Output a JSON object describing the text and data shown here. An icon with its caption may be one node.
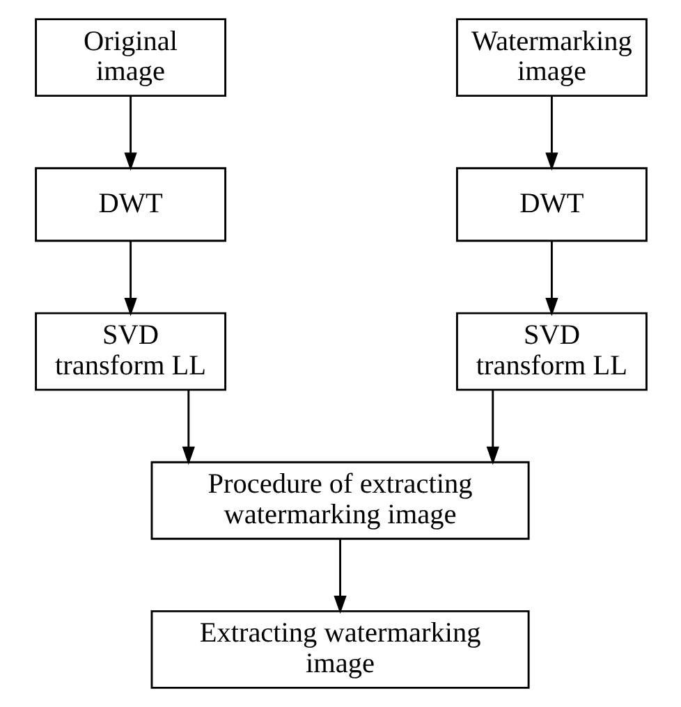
{
  "diagram": {
    "nodes": [
      {
        "text": [
          "Original image"
        ]
      },
      {
        "text": [
          "Watermarking image"
        ]
      },
      {
        "text": [
          "DWT"
        ]
      },
      {
        "text": [
          "DWT"
        ]
      },
      {
        "text": [
          "SVD transform LL"
        ]
      },
      {
        "text": [
          "SVD transform LL"
        ]
      },
      {
        "text": [
          "Procedure of extracting watermarking image"
        ]
      },
      {
        "text": [
          "Extracting watermarking image"
        ]
      }
    ],
    "edges": [
      {
        "from": 0,
        "to": 2,
        "arrow": "to"
      },
      {
        "from": 1,
        "to": 3,
        "arrow": "to"
      },
      {
        "from": 2,
        "to": 4,
        "arrow": "to"
      },
      {
        "from": 3,
        "to": 5,
        "arrow": "to"
      },
      {
        "from": 4,
        "to": 6,
        "arrow": "to"
      },
      {
        "from": 5,
        "to": 6,
        "arrow": "to"
      },
      {
        "from": 6,
        "to": 7,
        "arrow": "to"
      }
    ]
  }
}
